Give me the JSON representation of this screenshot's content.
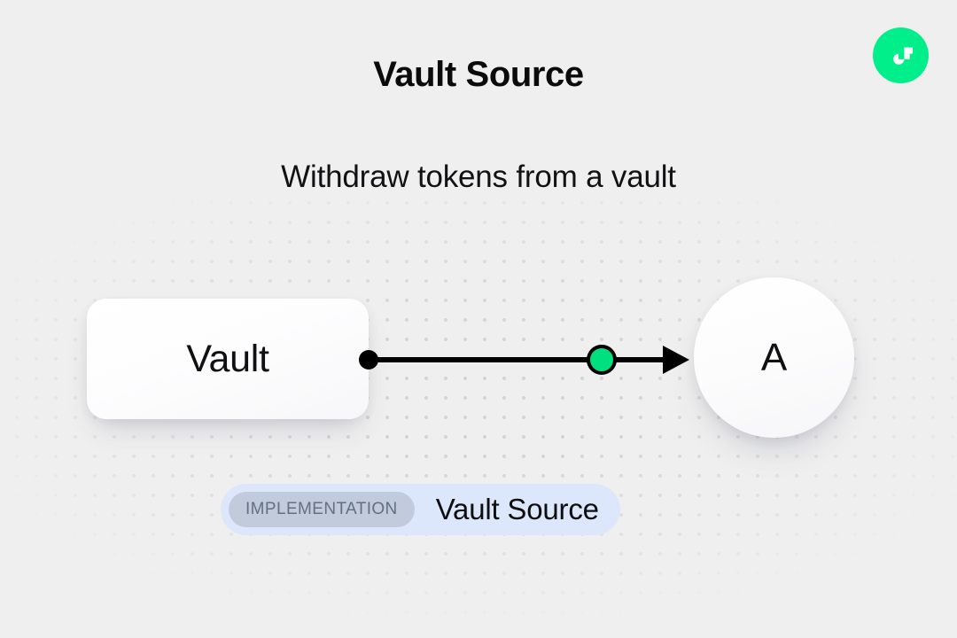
{
  "header": {
    "title": "Vault Source",
    "subtitle": "Withdraw tokens from a vault",
    "logo_icon": "flow-logo-icon"
  },
  "theme": {
    "background": "#efefef",
    "dot_color": "#d4d4d4",
    "accent_green": "#00ef8b",
    "node_green": "#00e07e",
    "edge_color": "#000000",
    "text_primary": "#0b0b0c",
    "badge_bg": "#dce7fb",
    "badge_tag_bg": "#c2cbdb",
    "badge_tag_text": "#63707f"
  },
  "diagram": {
    "source_node": {
      "label": "Vault",
      "shape": "rounded-rect"
    },
    "target_node": {
      "label": "A",
      "shape": "circle"
    },
    "edge": {
      "source_handle_icon": "source-dot-icon",
      "midpoint_handle_icon": "green-node-dot-icon",
      "arrow_icon": "arrow-right-icon"
    }
  },
  "footer_badge": {
    "tag_label": "IMPLEMENTATION",
    "name": "Vault Source"
  }
}
